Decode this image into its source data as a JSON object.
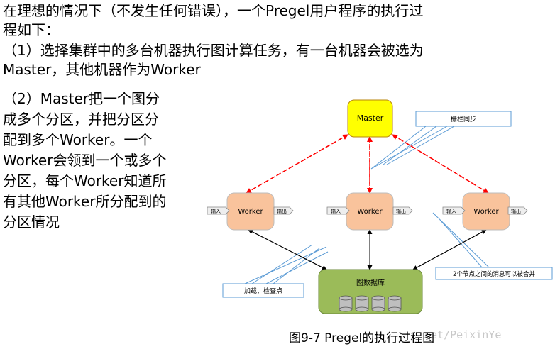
{
  "text": {
    "line1": "在理想的情况下（不发生任何错误），一个Pregel用户程序的执行过",
    "line1b": "程如下：",
    "line2": "（1）选择集群中的多台机器执行图计算任务，有一台机器会被选为",
    "line2b": "Master，其他机器作为Worker",
    "left_lines": [
      "（2）Master把一个图分",
      "成多个分区，并把分区分",
      "配到多个Worker。一个",
      "Worker会领到一个或多个",
      "分区，每个Worker知道所",
      "有其他Worker所分配到的",
      "分区情况"
    ]
  },
  "diagram": {
    "master_label": "Master",
    "worker_label": "Worker",
    "input_label": "输入",
    "output_label": "输出",
    "db_label": "图数据库",
    "callout_sync": "栅栏同步",
    "callout_checkpoint": "加载、检查点",
    "callout_merge": "2个节点之间的消息可以被合并",
    "colors": {
      "master_fill": "#ffff00",
      "worker_fill": "#f9c39c",
      "db_fill": "#9bbb59",
      "dashed_arrow": "#ff0000"
    }
  },
  "caption": "图9-7 Pregel的执行过程图",
  "watermark": "net/PeixinYe"
}
